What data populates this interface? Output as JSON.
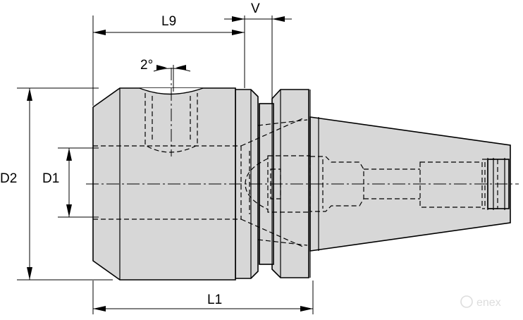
{
  "dimensions": {
    "l9": "L9",
    "v": "V",
    "angle": "2°",
    "d2": "D2",
    "d1": "D1",
    "l1": "L1"
  },
  "watermark": {
    "text": "enex",
    "color": "#dddddd"
  },
  "colors": {
    "body": "#d7d7d7",
    "line": "#000000"
  }
}
